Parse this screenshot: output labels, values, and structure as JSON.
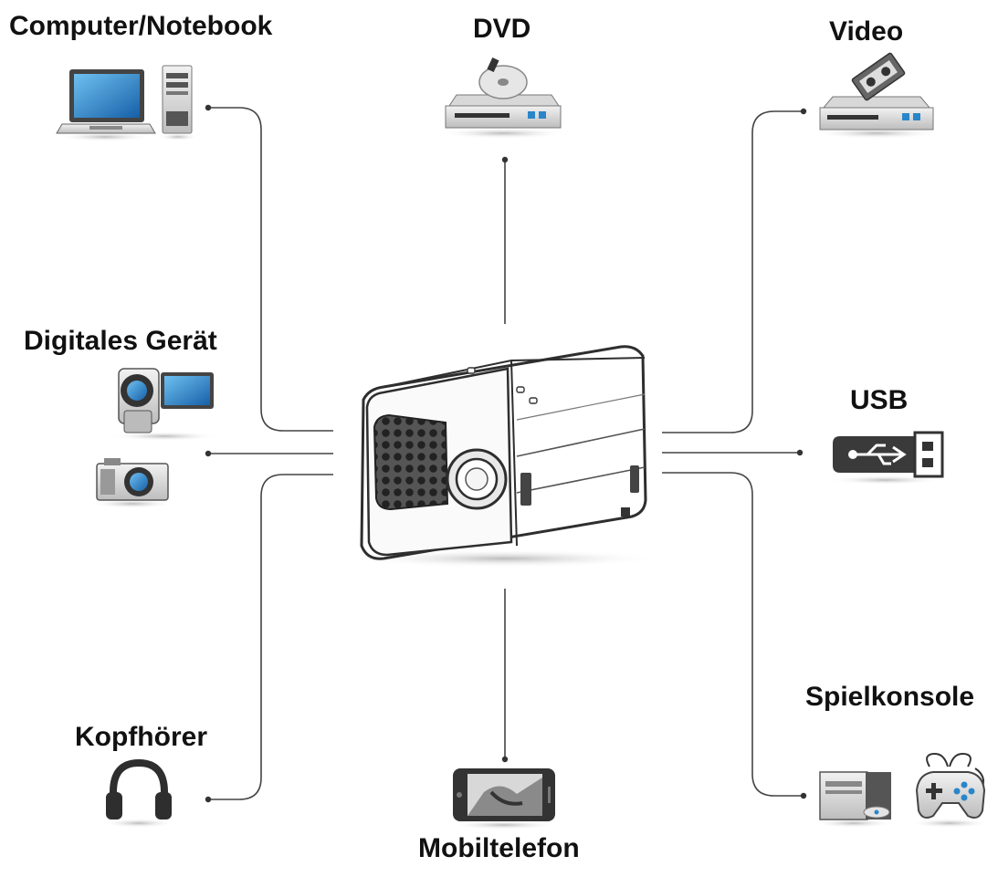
{
  "labels": {
    "computer": "Computer/Notebook",
    "dvd": "DVD",
    "video": "Video",
    "digital": "Digitales Gerät",
    "usb": "USB",
    "spiel": "Spielkonsole",
    "kopf": "Kopfhörer",
    "mobil": "Mobiltelefon"
  },
  "icons": {
    "computer": [
      "laptop-icon",
      "pc-tower-icon"
    ],
    "dvd": "dvd-player-icon",
    "video": "video-player-icon",
    "digital": [
      "camcorder-icon",
      "digital-camera-icon"
    ],
    "usb": "usb-stick-icon",
    "spiel": [
      "game-console-icon",
      "gamepad-icon"
    ],
    "kopf": "headphones-icon",
    "mobil": "mobile-phone-icon",
    "center": "projector-icon"
  },
  "colors": {
    "line": "#444444",
    "screen": "#2a86c8",
    "device": "#dcdcdc",
    "dark": "#3a3a3a"
  }
}
